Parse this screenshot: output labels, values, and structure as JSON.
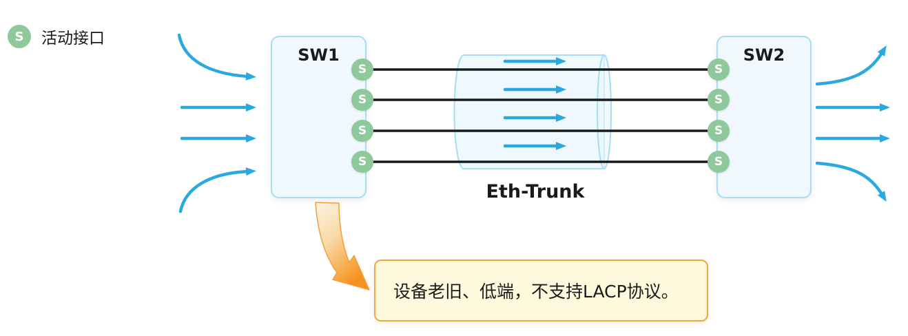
{
  "legend": {
    "badge_letter": "S",
    "label": "活动接口"
  },
  "devices": {
    "sw1": {
      "label": "SW1",
      "active_ports": 4
    },
    "sw2": {
      "label": "SW2",
      "active_ports": 4
    }
  },
  "ports": {
    "badge_letter": "S"
  },
  "trunk": {
    "label": "Eth-Trunk",
    "member_links": 4
  },
  "callout": {
    "text": "设备老旧、低端，不支持LACP协议。"
  },
  "colors": {
    "flow_blue": "#2AA9E1",
    "port_green": "#8FC89B",
    "device_fill": "#F0F8FD",
    "device_border": "#A9DBF3",
    "trunk_stroke": "#A6DDF5",
    "link_black": "#1A1A1A",
    "callout_fill": "#FEF9DC",
    "callout_border": "#F0A83C",
    "arrow_orange": "#F6921E"
  }
}
